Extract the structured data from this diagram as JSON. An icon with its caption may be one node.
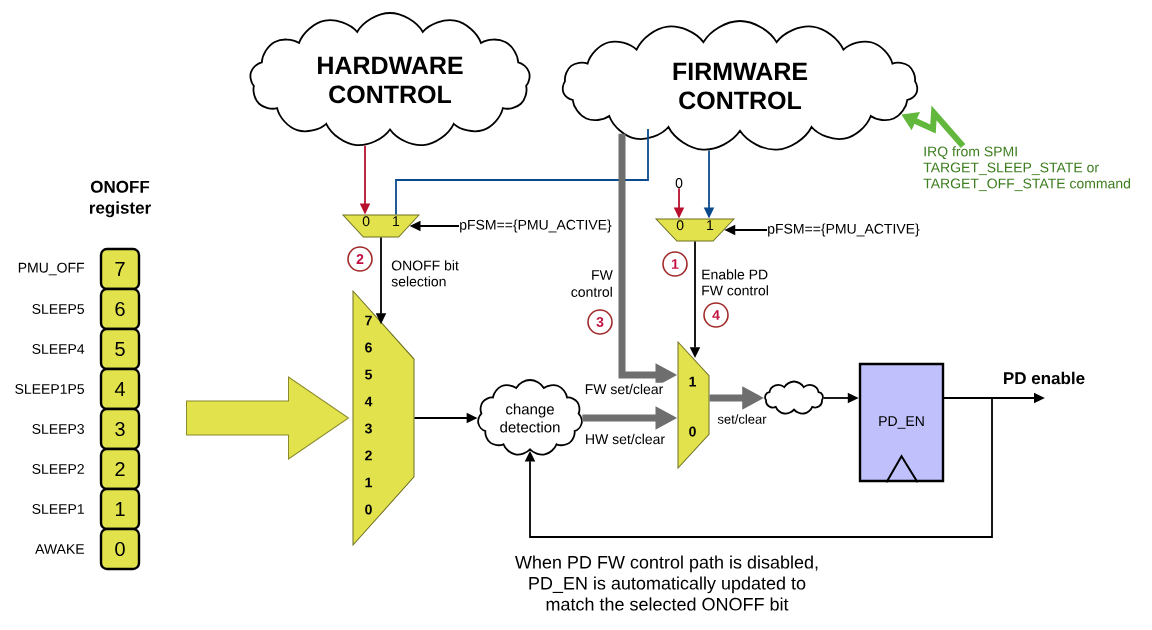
{
  "diagram": {
    "nodes": [
      {
        "text": [
          "HARDWARE CONTROL"
        ]
      },
      {
        "text": [
          "FIRMWARE CONTROL"
        ]
      },
      {
        "text": [
          "IRQ from SPMI TARGET_SLEEP_STATE or TARGET_OFF_STATE command"
        ]
      },
      {
        "text": [
          "0"
        ]
      },
      {
        "text": [
          "0",
          "1"
        ]
      },
      {
        "text": [
          "pFSM=={PMU_ACTIVE}"
        ]
      },
      {
        "text": [
          "0",
          "1"
        ]
      },
      {
        "text": [
          "pFSM=={PMU_ACTIVE}"
        ]
      },
      {
        "text": [
          "7"
        ],
        "beside": [
          "PMU_OFF"
        ]
      },
      {
        "text": [
          "6"
        ],
        "beside": [
          "SLEEP5"
        ]
      },
      {
        "text": [
          "5"
        ],
        "beside": [
          "SLEEP4"
        ]
      },
      {
        "text": [
          "4"
        ],
        "beside": [
          "SLEEP1P5"
        ]
      },
      {
        "text": [
          "3"
        ],
        "beside": [
          "SLEEP3"
        ]
      },
      {
        "text": [
          "2"
        ],
        "beside": [
          "SLEEP2"
        ]
      },
      {
        "text": [
          "1"
        ],
        "beside": [
          "SLEEP1"
        ]
      },
      {
        "text": [
          "0"
        ],
        "beside": [
          "AWAKE"
        ]
      },
      {
        "text": [
          "7",
          "6",
          "5",
          "4",
          "3",
          "2",
          "1",
          "0"
        ]
      },
      {
        "text": [
          "change detection"
        ]
      },
      {
        "text": [
          "1",
          "0"
        ]
      },
      {
        "text": [],
        "shape": "cloud"
      },
      {
        "text": [
          "PD_EN"
        ]
      }
    ],
    "edges": [
      {
        "from": 0,
        "to": 4,
        "arrow": "to",
        "color": "#b8102e"
      },
      {
        "from": 1,
        "to": 4,
        "arrow": "none",
        "color": "#0b4a8c"
      },
      {
        "from": 1,
        "to": 6,
        "arrow": "to",
        "color": "#0b4a8c"
      },
      {
        "from": 3,
        "to": 6,
        "arrow": "to",
        "color": "#b8102e"
      },
      {
        "from": 1,
        "to": 18,
        "arrow": "to",
        "label": "FW set/clear",
        "style": "thick",
        "color": "#6e6e6e"
      },
      {
        "from": 5,
        "to": 4,
        "arrow": "to"
      },
      {
        "from": 7,
        "to": 6,
        "arrow": "to"
      },
      {
        "from": 2,
        "to": 1,
        "arrow": "to",
        "style": "thick",
        "color": "#62b83c"
      },
      {
        "from": 4,
        "to": 16,
        "arrow": "to",
        "label": "ONOFF bit selection"
      },
      {
        "from": 6,
        "to": 18,
        "arrow": "to",
        "label": "Enable PD FW control"
      },
      {
        "from": null,
        "to": 16,
        "arrow": "to",
        "style": "thick",
        "color": "#e2e24c"
      },
      {
        "from": 16,
        "to": 17,
        "arrow": "to"
      },
      {
        "from": 17,
        "to": 18,
        "arrow": "to",
        "label": "HW set/clear",
        "style": "thick",
        "color": "#6e6e6e"
      },
      {
        "from": 18,
        "to": 19,
        "arrow": "to",
        "label": "set/clear",
        "style": "thick",
        "color": "#6e6e6e"
      },
      {
        "from": 19,
        "to": 20,
        "arrow": "to"
      },
      {
        "from": 20,
        "to": null,
        "arrow": "to",
        "label": "PD enable"
      },
      {
        "from": 20,
        "to": 17,
        "arrow": "to"
      }
    ],
    "labels": [
      "ONOFF register",
      "2",
      "1",
      "FW control",
      "4",
      "3",
      "When PD FW control path is disabled, PD_EN is automatically updated to match the selected ONOFF bit"
    ]
  }
}
